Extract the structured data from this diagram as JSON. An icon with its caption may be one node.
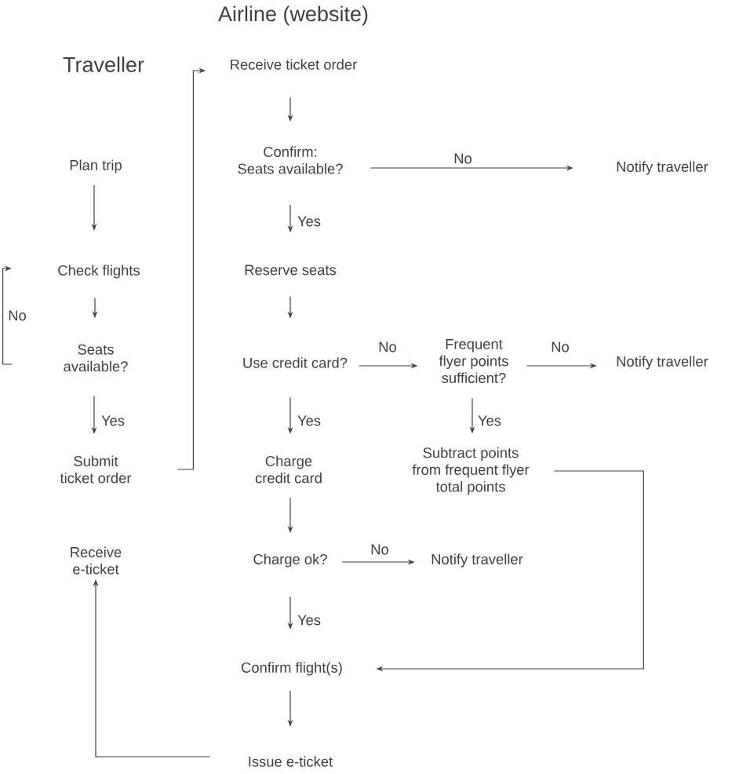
{
  "diagram": {
    "nodes": [
      {
        "text": [
          "Plan trip"
        ]
      },
      {
        "text": [
          "Check flights"
        ]
      },
      {
        "text": [
          "Seats available?"
        ]
      },
      {
        "text": [
          "Submit ticket order"
        ]
      },
      {
        "text": [
          "Receive e-ticket"
        ]
      },
      {
        "text": [
          "Receive ticket order"
        ]
      },
      {
        "text": [
          "Confirm: Seats available?"
        ]
      },
      {
        "text": [
          "Notify traveller"
        ]
      },
      {
        "text": [
          "Reserve seats"
        ]
      },
      {
        "text": [
          "Use credit card?"
        ]
      },
      {
        "text": [
          "Frequent flyer points sufficient?"
        ]
      },
      {
        "text": [
          "Notify traveller"
        ]
      },
      {
        "text": [
          "Subtract points from frequent flyer total points"
        ]
      },
      {
        "text": [
          "Charge credit card"
        ]
      },
      {
        "text": [
          "Charge ok?"
        ]
      },
      {
        "text": [
          "Notify traveller"
        ]
      },
      {
        "text": [
          "Confirm flight(s)"
        ]
      },
      {
        "text": [
          "Issue e-ticket"
        ]
      }
    ],
    "edges": [
      {
        "from": 0,
        "to": 1,
        "arrow": "to"
      },
      {
        "from": 1,
        "to": 2,
        "arrow": "to"
      },
      {
        "from": 2,
        "to": 1,
        "arrow": "to",
        "label": "No"
      },
      {
        "from": 2,
        "to": 3,
        "arrow": "to",
        "label": "Yes"
      },
      {
        "from": 3,
        "to": 5,
        "arrow": "to"
      },
      {
        "from": 5,
        "to": 6,
        "arrow": "to"
      },
      {
        "from": 6,
        "to": 7,
        "arrow": "to",
        "label": "No"
      },
      {
        "from": 6,
        "to": 8,
        "arrow": "to",
        "label": "Yes"
      },
      {
        "from": 8,
        "to": 9,
        "arrow": "to"
      },
      {
        "from": 9,
        "to": 10,
        "arrow": "to",
        "label": "No"
      },
      {
        "from": 10,
        "to": 11,
        "arrow": "to",
        "label": "No"
      },
      {
        "from": 10,
        "to": 12,
        "arrow": "to",
        "label": "Yes"
      },
      {
        "from": 9,
        "to": 13,
        "arrow": "to",
        "label": "Yes"
      },
      {
        "from": 13,
        "to": 14,
        "arrow": "to"
      },
      {
        "from": 14,
        "to": 15,
        "arrow": "to",
        "label": "No"
      },
      {
        "from": 14,
        "to": 16,
        "arrow": "to",
        "label": "Yes"
      },
      {
        "from": 12,
        "to": 16,
        "arrow": "to"
      },
      {
        "from": 16,
        "to": 17,
        "arrow": "to"
      },
      {
        "from": 17,
        "to": 4,
        "arrow": "to"
      }
    ],
    "labels": [
      "Airline (website)",
      "Traveller"
    ]
  }
}
